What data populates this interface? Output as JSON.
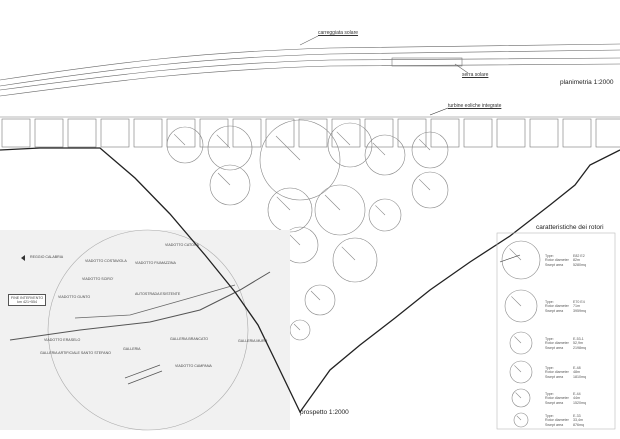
{
  "plan": {
    "label_road": "carreggiata solare",
    "label_greenhouse": "serra solare",
    "scale_title": "planimetria 1:2000"
  },
  "elevation": {
    "label_turbines": "turbine eoliche integrate",
    "scale_title": "prospetto 1:2000"
  },
  "map": {
    "direction": "REGGIO CALABRIA",
    "end_label": "FINE INTERVENTO",
    "end_km": "km 421+554",
    "labels": [
      "VIADOTTO CATONA",
      "VIADOTTO COSTAVIOLA",
      "VIADOTTO FIUMAZZINA",
      "VIADOTTO SCIRO'",
      "VIADOTTO GUNTO",
      "AUTOSTRADA ESISTENTE",
      "VIADOTTO ERASELO",
      "GALLERIA ARTIFICIALE SANTO STEFANO",
      "GALLERIA",
      "GALLERIA BRANCATO",
      "GALLERIA MURO",
      "VIADOTTO CAMPANA"
    ]
  },
  "rotors": {
    "title": "caratteristiche dei rotori",
    "field_labels": [
      "Type:",
      "Rotor diameter",
      "Swept area"
    ],
    "items": [
      {
        "type": "E82 E2",
        "diameter": "82m",
        "area": "5280mq"
      },
      {
        "type": "E70 E4",
        "diameter": "71m",
        "area": "3959mq"
      },
      {
        "type": "E-53-1",
        "diameter": "52,9m",
        "area": "2198mq"
      },
      {
        "type": "E-48",
        "diameter": "48m",
        "area": "1810mq"
      },
      {
        "type": "E-44",
        "diameter": "44m",
        "area": "1520mq"
      },
      {
        "type": "E-33",
        "diameter": "33,4m",
        "area": "876mq"
      }
    ]
  }
}
